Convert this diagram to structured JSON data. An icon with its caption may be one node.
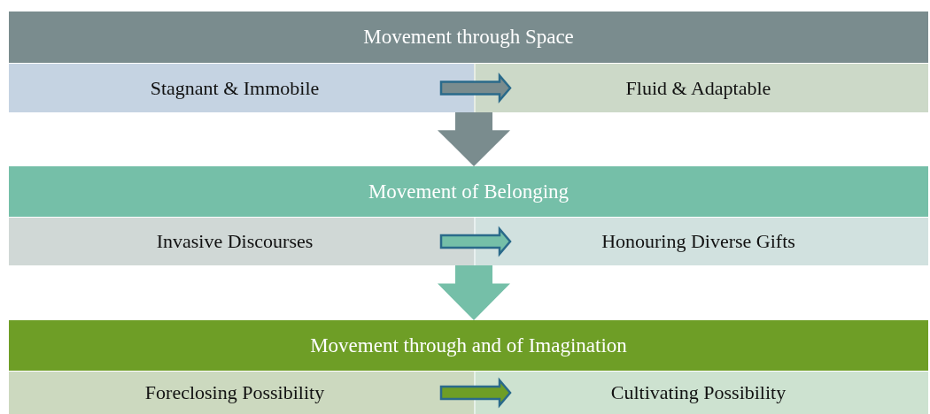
{
  "diagram": {
    "nodes": [
      {
        "text": [
          "Movement through Space"
        ]
      },
      {
        "text": [
          "Stagnant & Immobile"
        ]
      },
      {
        "text": [
          "Fluid & Adaptable"
        ]
      },
      {
        "text": [
          "Movement of Belonging"
        ]
      },
      {
        "text": [
          "Invasive Discourses"
        ]
      },
      {
        "text": [
          "Honouring Diverse Gifts"
        ]
      },
      {
        "text": [
          "Movement through and of Imagination"
        ]
      },
      {
        "text": [
          "Foreclosing Possibility"
        ]
      },
      {
        "text": [
          "Cultivating Possibility"
        ]
      }
    ],
    "edges": [
      {
        "from": 1,
        "to": 2,
        "arrow": "to",
        "color": "#7a8c8e"
      },
      {
        "from": 2,
        "to": 3,
        "arrow": "to",
        "style": "thick",
        "color": "#7a8c8e"
      },
      {
        "from": 4,
        "to": 5,
        "arrow": "to",
        "color": "#75bfa8"
      },
      {
        "from": 5,
        "to": 6,
        "arrow": "to",
        "style": "thick",
        "color": "#75bfa8"
      },
      {
        "from": 7,
        "to": 8,
        "arrow": "to",
        "color": "#6e9e26"
      }
    ]
  }
}
